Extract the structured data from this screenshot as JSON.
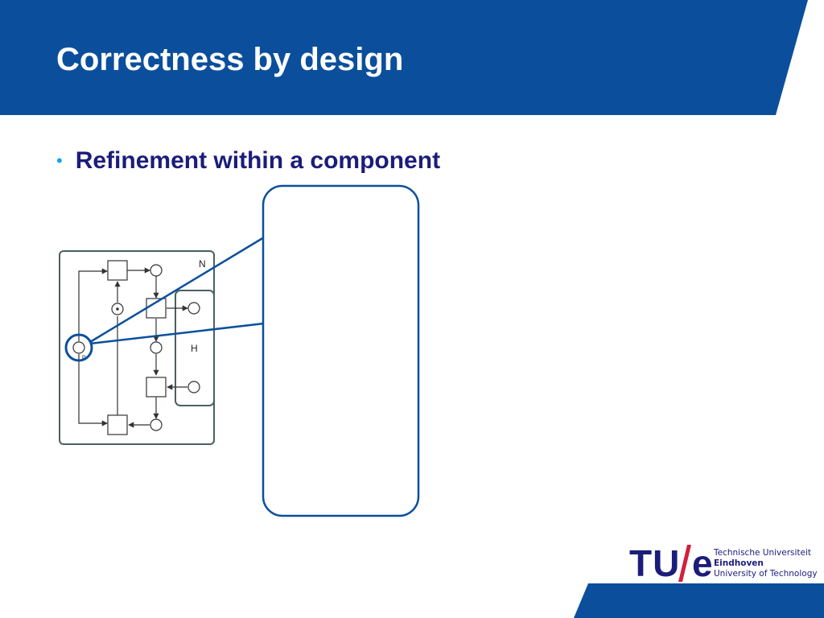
{
  "slide": {
    "title": "Correctness by design",
    "bullet": "Refinement within a component"
  },
  "diagram": {
    "net_label": "N",
    "subnet_label": "H",
    "place_marker": "p"
  },
  "logo": {
    "tu": "TU",
    "e": "e",
    "line1": "Technische Universiteit",
    "line2": "Eindhoven",
    "line3": "University of Technology"
  },
  "colors": {
    "header_blue": "#0b4f9c",
    "title_text": "#ffffff",
    "bullet_dot": "#1aa3e8",
    "bullet_text": "#1c1c7a",
    "callout_stroke": "#0b4f9c",
    "logo_red": "#d21f3c"
  }
}
